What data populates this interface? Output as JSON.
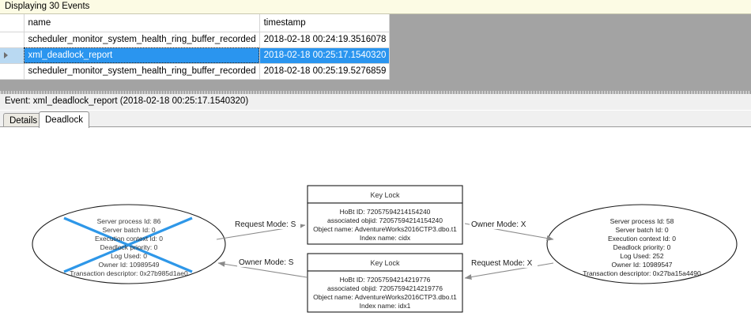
{
  "events_band": {
    "label": "Displaying 30 Events"
  },
  "grid": {
    "columns": [
      "",
      "name",
      "timestamp"
    ],
    "row_marker_icon": "row-selector-triangle-icon",
    "rows": [
      {
        "selected": false,
        "name": "scheduler_monitor_system_health_ring_buffer_recorded",
        "timestamp": "2018-02-18 00:24:19.3516078"
      },
      {
        "selected": true,
        "name": "xml_deadlock_report",
        "timestamp": "2018-02-18 00:25:17.1540320"
      },
      {
        "selected": false,
        "name": "scheduler_monitor_system_health_ring_buffer_recorded",
        "timestamp": "2018-02-18 00:25:19.5276859"
      }
    ],
    "selection_color": "#2a95ef",
    "empty_area_color": "#a3a3a3"
  },
  "event_detail": {
    "header": "Event: xml_deadlock_report (2018-02-18 00:25:17.1540320)"
  },
  "tabs": [
    {
      "label": "Details",
      "active": false
    },
    {
      "label": "Deadlock",
      "active": true
    }
  ],
  "deadlock_graph": {
    "victim_marker_color": "#2e97e8",
    "processes": [
      {
        "id": "process-left",
        "is_victim": true,
        "lines": [
          "Server process Id: 86",
          "Server batch Id: 0",
          "Execution context Id: 0",
          "Deadlock priority: 0",
          "Log Used: 0",
          "Owner Id: 10989549",
          "Transaction descriptor: 0x27b985d1ae0"
        ]
      },
      {
        "id": "process-right",
        "is_victim": false,
        "lines": [
          "Server process Id: 58",
          "Server batch Id: 0",
          "Execution context Id: 0",
          "Deadlock priority: 0",
          "Log Used: 252",
          "Owner Id: 10989547",
          "Transaction descriptor: 0x27ba15a4490"
        ]
      }
    ],
    "resources": [
      {
        "id": "resource-top",
        "title": "Key Lock",
        "lines": [
          "HoBt ID: 72057594214154240",
          "associated objid: 72057594214154240",
          "Object name: AdventureWorks2016CTP3.dbo.t1",
          "Index name: cidx"
        ]
      },
      {
        "id": "resource-bottom",
        "title": "Key Lock",
        "lines": [
          "HoBt ID: 72057594214219776",
          "associated objid: 72057594214219776",
          "Object name: AdventureWorks2016CTP3.dbo.t1",
          "Index name: idx1"
        ]
      }
    ],
    "edges": [
      {
        "id": "edge-left-request",
        "label": "Request Mode: S",
        "from": "process-left",
        "to": "resource-top"
      },
      {
        "id": "edge-left-owner",
        "label": "Owner Mode: S",
        "from": "resource-bottom",
        "to": "process-left"
      },
      {
        "id": "edge-right-owner",
        "label": "Owner Mode: X",
        "from": "resource-top",
        "to": "process-right"
      },
      {
        "id": "edge-right-request",
        "label": "Request Mode: X",
        "from": "process-right",
        "to": "resource-bottom"
      }
    ]
  }
}
